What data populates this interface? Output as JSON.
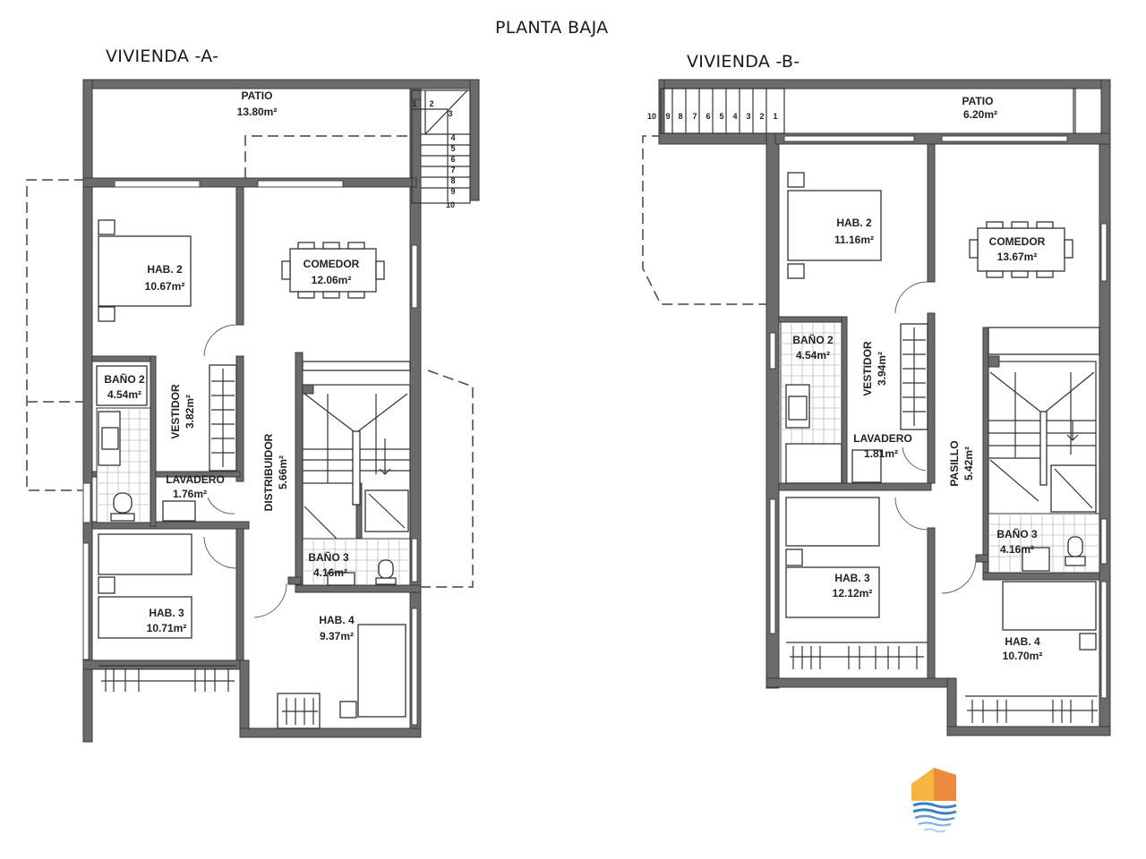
{
  "header": {
    "title": "PLANTA BAJA"
  },
  "vivienda_a": {
    "title": "VIVIENDA -A-",
    "stairs_steps": [
      "1",
      "2",
      "3",
      "4",
      "5",
      "6",
      "7",
      "8",
      "9",
      "10"
    ],
    "rooms": {
      "patio": {
        "name": "PATIO",
        "area": "13.80m²"
      },
      "hab2": {
        "name": "HAB. 2",
        "area": "10.67m²"
      },
      "comedor": {
        "name": "COMEDOR",
        "area": "12.06m²"
      },
      "bano2": {
        "name": "BAÑO 2",
        "area": "4.54m²"
      },
      "vestidor": {
        "name": "VESTIDOR",
        "area": "3.82m²"
      },
      "lavadero": {
        "name": "LAVADERO",
        "area": "1.76m²"
      },
      "distribuidor": {
        "name": "DISTRIBUIDOR",
        "area": "5.66m²"
      },
      "bano3": {
        "name": "BAÑO 3",
        "area": "4.16m²"
      },
      "hab3": {
        "name": "HAB. 3",
        "area": "10.71m²"
      },
      "hab4": {
        "name": "HAB. 4",
        "area": "9.37m²"
      }
    }
  },
  "vivienda_b": {
    "title": "VIVIENDA -B-",
    "stairs_steps": [
      "10",
      "9",
      "8",
      "7",
      "6",
      "5",
      "4",
      "3",
      "2",
      "1"
    ],
    "rooms": {
      "patio": {
        "name": "PATIO",
        "area": "6.20m²"
      },
      "hab2": {
        "name": "HAB. 2",
        "area": "11.16m²"
      },
      "comedor": {
        "name": "COMEDOR",
        "area": "13.67m²"
      },
      "bano2": {
        "name": "BAÑO 2",
        "area": "4.54m²"
      },
      "vestidor": {
        "name": "VESTIDOR",
        "area": "3.94m²"
      },
      "lavadero": {
        "name": "LAVADERO",
        "area": "1.81m²"
      },
      "pasillo": {
        "name": "PASILLO",
        "area": "5.42m²"
      },
      "bano3": {
        "name": "BAÑO 3",
        "area": "4.16m²"
      },
      "hab3": {
        "name": "HAB. 3",
        "area": "12.12m²"
      },
      "hab4": {
        "name": "HAB. 4",
        "area": "10.70m²"
      }
    }
  },
  "logo": {
    "name": "logo-icon",
    "colors": {
      "house_top": "#f5b640",
      "house_side": "#ee8a3c",
      "waves": "#3a7fc4"
    }
  }
}
